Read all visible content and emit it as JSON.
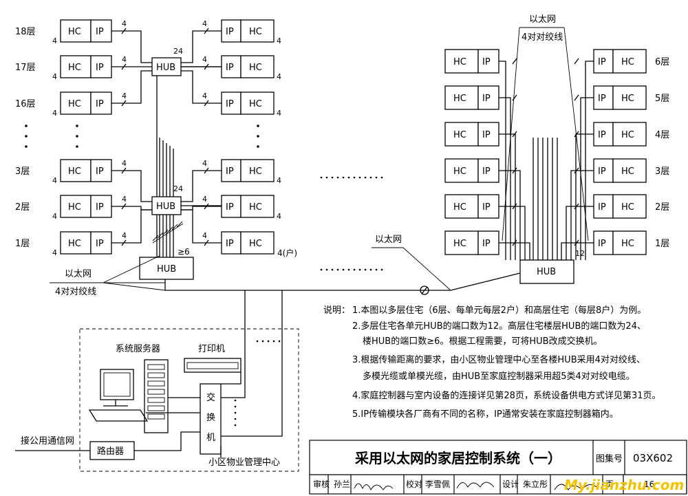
{
  "left_building": {
    "floors": [
      "18层",
      "17层",
      "16层",
      "3层",
      "2层",
      "1层"
    ],
    "hc": "HC",
    "ip": "IP",
    "hub": "HUB",
    "hub_ports": "24",
    "link_count": "4",
    "household_unit": "4(户)",
    "bottom_hub_ports": "≥6",
    "ethernet": "以太网",
    "cable": "4对对绞线"
  },
  "right_building": {
    "floors": [
      "6层",
      "5层",
      "4层",
      "3层",
      "2层",
      "1层"
    ],
    "ethernet": "以太网",
    "cable": "4对对绞线",
    "hub": "HUB",
    "hub_ports": "12",
    "trunk_label": "以太网"
  },
  "management_center": {
    "title": "小区物业管理中心",
    "server": "系统服务器",
    "printer": "打印机",
    "switch": [
      "交",
      "换",
      "机"
    ],
    "router": "路由器",
    "public_network": "接公用通信网"
  },
  "notes": {
    "heading": "说明：",
    "items": [
      "1.本图以多层住宅（6层、每单元每层2户）和高层住宅（每层8户）为例。",
      "2.多层住宅各单元HUB的端口数为12。高层住宅楼层HUB的端口数为24、",
      "楼HUB的端口数≥6。根据工程需要，可将HUB改成交换机。",
      "3.根据传输距离的要求，由小区物业管理中心至各楼HUB采用4对对绞线、",
      "多模光缆或单模光缆，由HUB至家庭控制器采用超5类4对对绞电缆。",
      "4.家庭控制器与室内设备的连接详见第28页，系统设备供电方式详见第31页。",
      "5.IP传输模块各厂商有不同的名称，IP通常安装在家庭控制器箱内。"
    ]
  },
  "title_block": {
    "title": "采用以太网的家居控制系统（一）",
    "atlas_label": "图集号",
    "atlas_no": "03X602",
    "review": "审核",
    "reviewer": "孙兰",
    "check": "校对",
    "checker": "李雪佩",
    "design": "设计",
    "designer": "朱立彤",
    "page_label": "页",
    "page": "16"
  },
  "watermark": "My.jianzhu.com"
}
